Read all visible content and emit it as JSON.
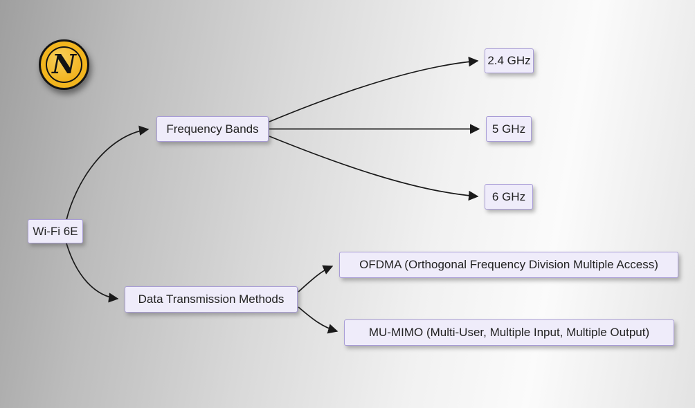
{
  "diagram": {
    "root": {
      "label": "Wi-Fi 6E"
    },
    "branches": [
      {
        "label": "Frequency Bands",
        "children": [
          {
            "label": "2.4 GHz"
          },
          {
            "label": "5 GHz"
          },
          {
            "label": "6 GHz"
          }
        ]
      },
      {
        "label": "Data Transmission Methods",
        "children": [
          {
            "label": "OFDMA (Orthogonal Frequency Division Multiple Access)"
          },
          {
            "label": "MU-MIMO (Multi-User, Multiple Input, Multiple Output)"
          }
        ]
      }
    ]
  },
  "logo": {
    "letter": "N",
    "name": "gold-n-badge"
  },
  "colors": {
    "node_fill": "#efecfa",
    "node_border": "#a89cd6",
    "connector": "#1a1a1a",
    "logo_gold": "#f2b51e",
    "background_left": "#9f9f9f",
    "background_right": "#ececec"
  }
}
